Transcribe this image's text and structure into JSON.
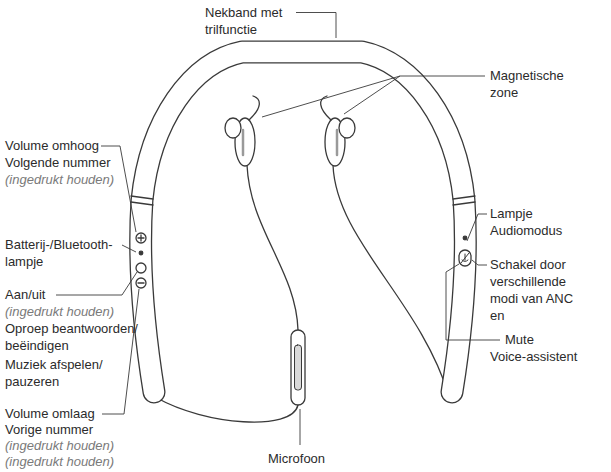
{
  "diagram": {
    "labels": [
      "Nekband met trilfunctie",
      "Magnetische zone",
      "Volume omhoog",
      "Volgende nummer",
      "(ingedrukt houden)",
      "Batterij-/Bluetooth- lampje",
      "Aan/uit",
      "(ingedrukt houden)",
      "Oproep beantwoorden/ beëindigen",
      "Muziek afspelen/ pauzeren",
      "Volume omlaag",
      "Vorige nummer",
      "(ingedrukt houden)",
      "(ingedrukt houden)",
      "Lampje Audiomodus",
      "Schakel door verschillende modi van ANC en",
      "Mute",
      "Voice-assistent",
      "Microfoon"
    ]
  }
}
